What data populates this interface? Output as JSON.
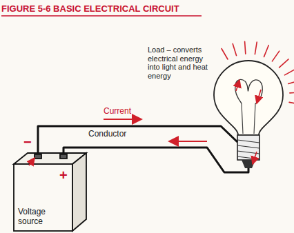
{
  "diagram": {
    "title": "FIGURE 5-6 BASIC ELECTRICAL CIRCUIT",
    "nodes": [
      {
        "text": [
          "Voltage source"
        ]
      }
    ],
    "labels": [
      "Load – converts electrical energy into light and heat energy",
      "Current",
      "Conductor",
      "−",
      "+"
    ]
  }
}
